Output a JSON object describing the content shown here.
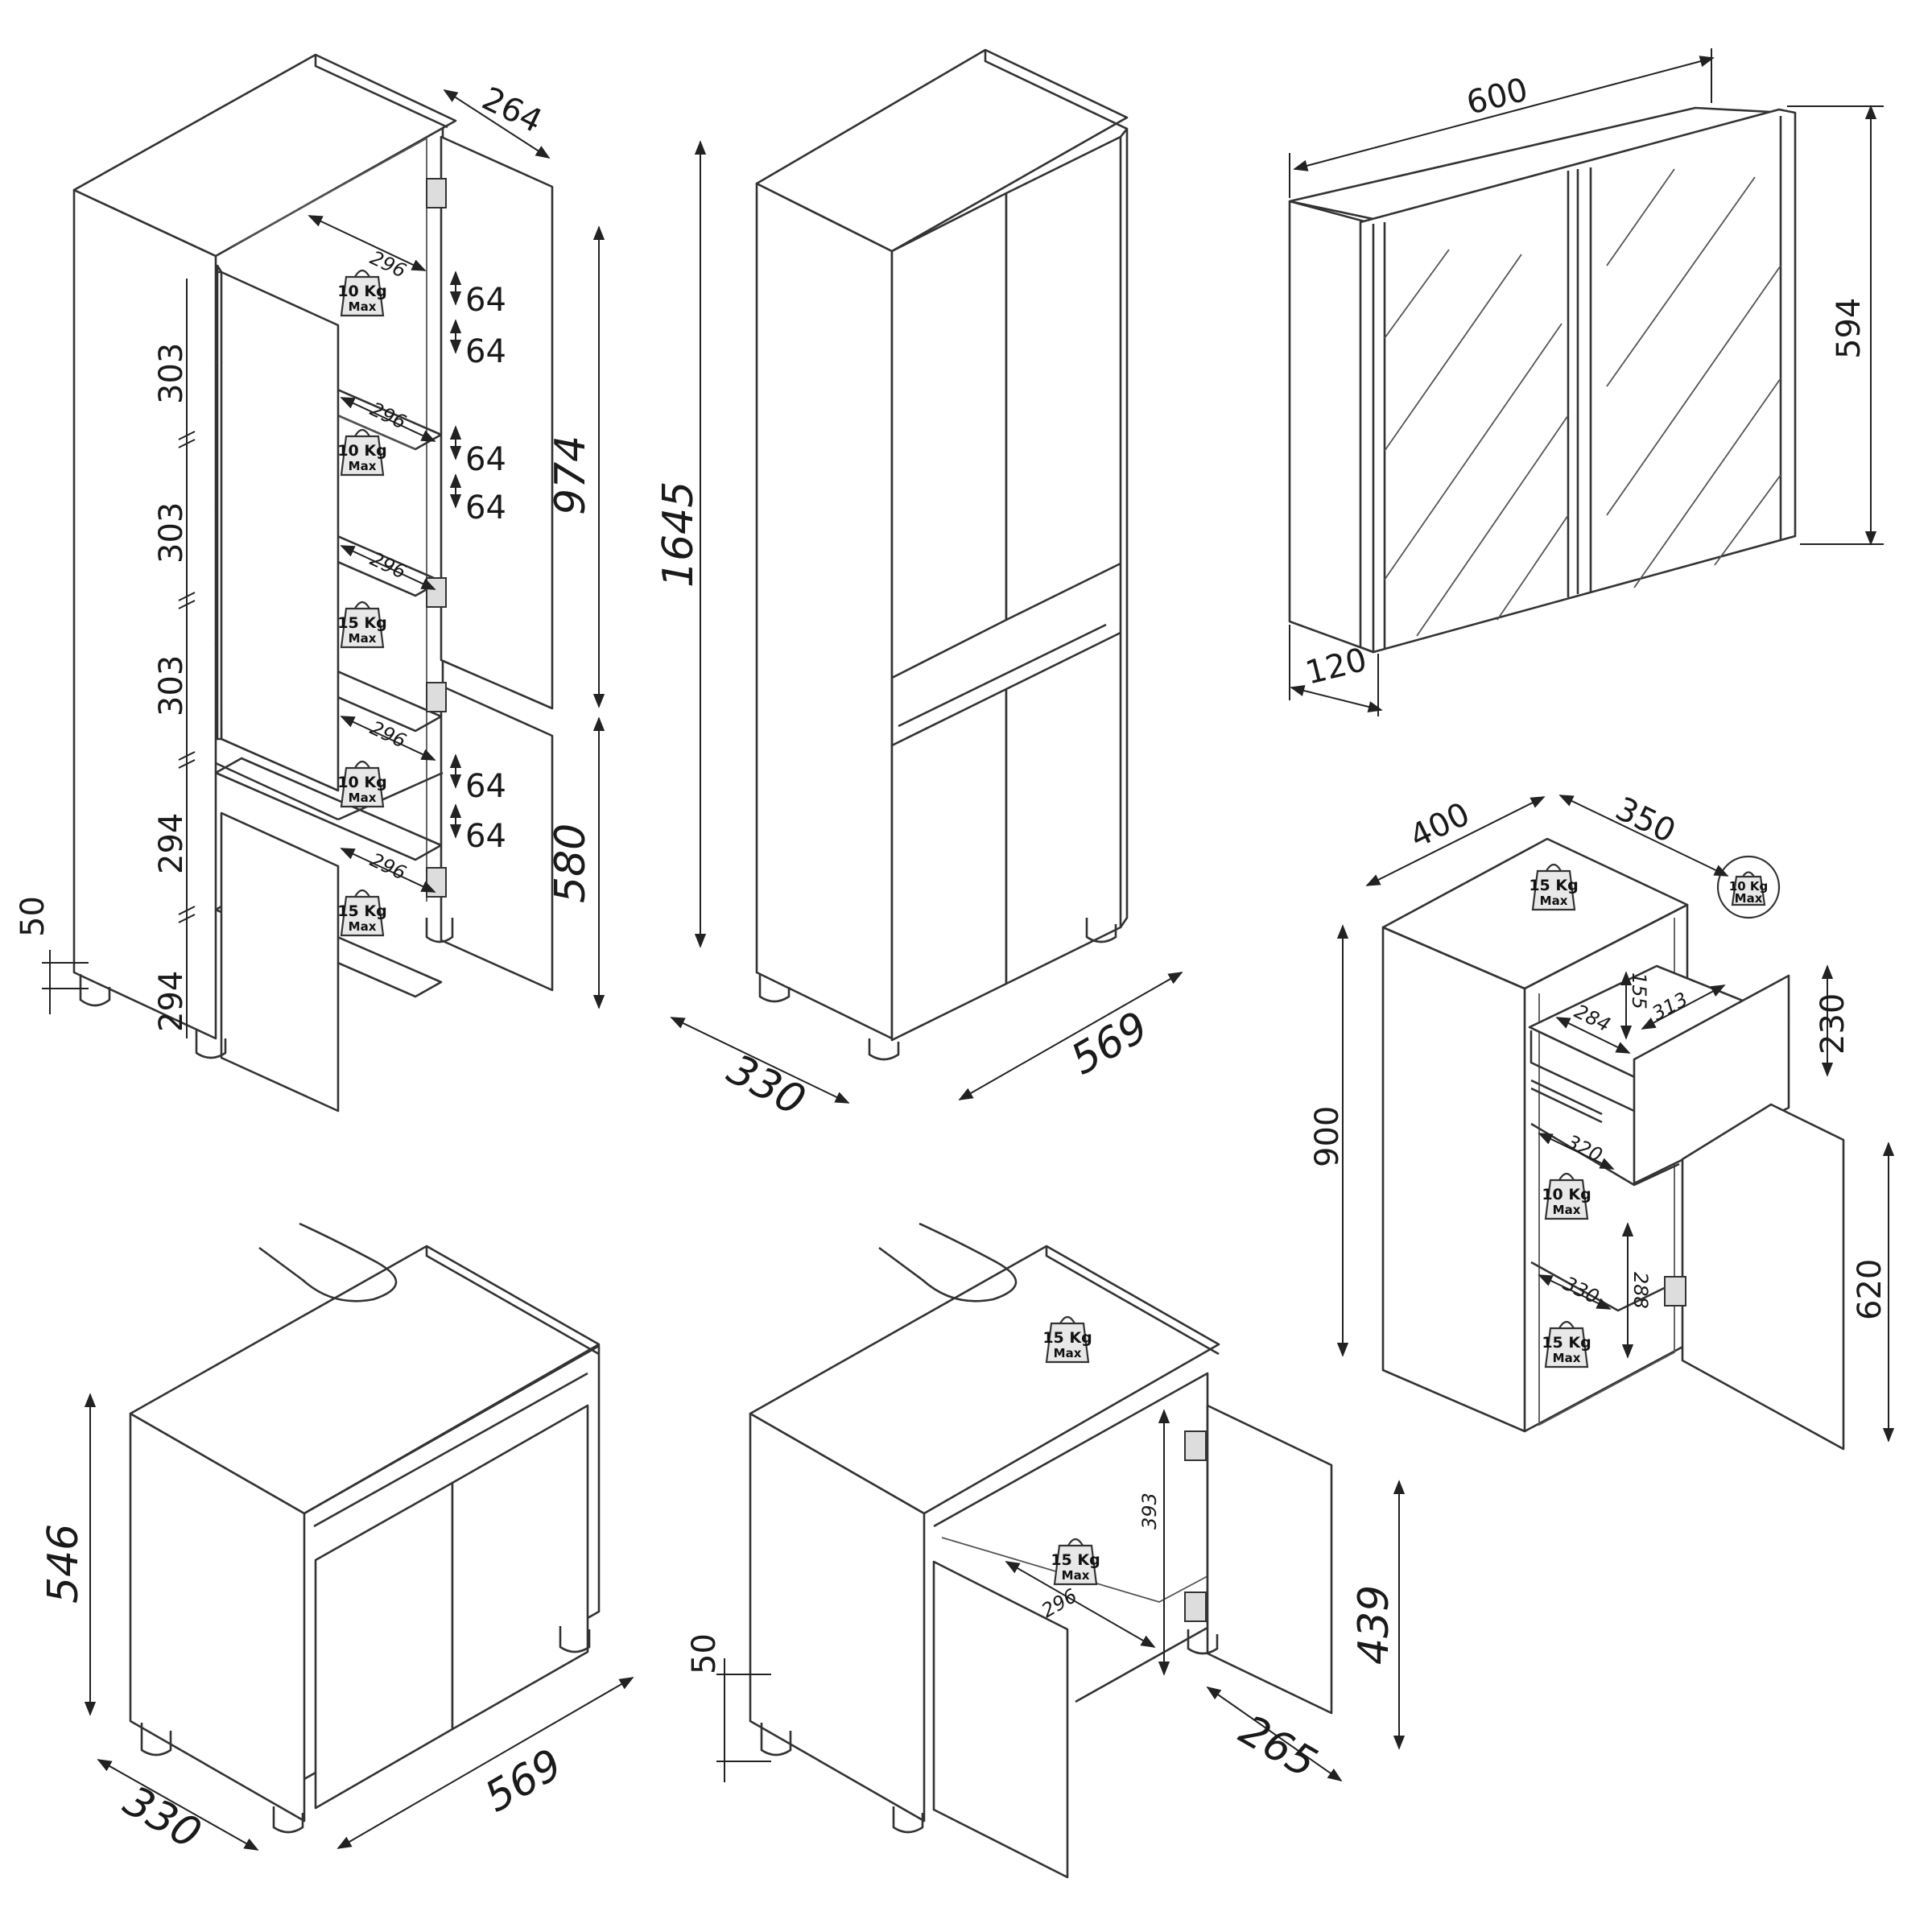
{
  "dimensions": {
    "tall_open": {
      "depth": "264",
      "shelf_depth": [
        "296",
        "296",
        "296",
        "296",
        "296"
      ],
      "shelf_gap": [
        "64",
        "64",
        "64",
        "64",
        "64",
        "64"
      ],
      "compartments": [
        "303",
        "303",
        "303",
        "294",
        "294"
      ],
      "upper_height": "974",
      "lower_height": "580",
      "foot": "50"
    },
    "tall_closed": {
      "height": "1645",
      "depth": "330",
      "width": "569"
    },
    "mirror": {
      "width": "600",
      "height": "594",
      "depth": "120"
    },
    "side_cabinet": {
      "width": "400",
      "depth": "350",
      "height": "900",
      "drawer_height": "230",
      "door_height": "620",
      "drawer_inner_h": "155",
      "drawer_inner_w": "313",
      "drawer_inner_d": "284",
      "shelf_depth": "320",
      "bottom_depth": "330",
      "shelf_gap": "288"
    },
    "vanity_closed": {
      "height": "546",
      "depth": "330",
      "width": "569"
    },
    "vanity_open": {
      "inner_height": "393",
      "inner_width": "296",
      "foot": "50",
      "door_height": "439",
      "door_width": "265"
    }
  },
  "loads": {
    "l10": {
      "value": "10 Kg",
      "unit": "Max"
    },
    "l15": {
      "value": "15 Kg",
      "unit": "Max"
    }
  }
}
